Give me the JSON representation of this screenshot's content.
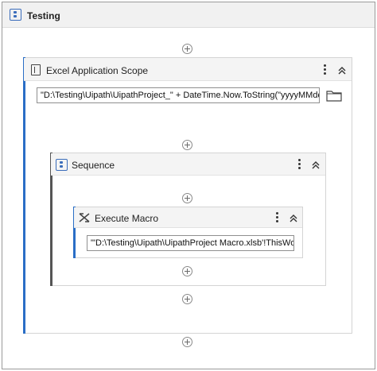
{
  "root": {
    "title": "Testing"
  },
  "excel_scope": {
    "title": "Excel Application Scope",
    "path_value": "\"D:\\Testing\\Uipath\\UipathProject_\" + DateTime.Now.ToString(\"yyyyMMdd\")"
  },
  "sequence": {
    "title": "Sequence"
  },
  "execute_macro": {
    "title": "Execute Macro",
    "macro_value": "\"'D:\\Testing\\Uipath\\UipathProject Macro.xlsb'!ThisWor"
  },
  "colors": {
    "accent": "#2a6ec6",
    "sequence_bar": "#555555"
  }
}
